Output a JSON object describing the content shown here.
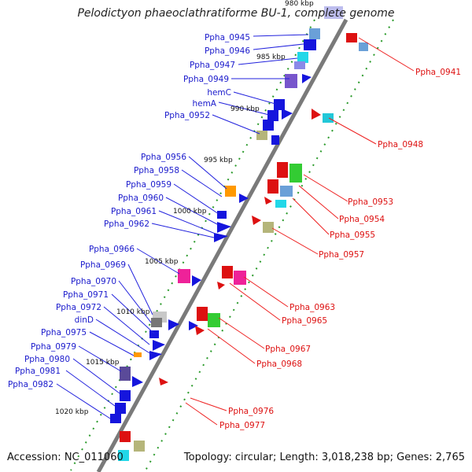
{
  "title": "Pelodictyon phaeoclathratiforme BU-1, complete genome",
  "accession": "Accession: NC_011060",
  "topology": "Topology: circular; Length: 3,018,238 bp; Genes: 2,765",
  "colors": {
    "backbone": "#8a8a8a",
    "left_label": "#1a1acc",
    "right_label": "#dd1111",
    "tick": "#228822",
    "forward_gene": "#1515dd",
    "reverse_gene": "#ee1111"
  },
  "scale_labels": [
    "980 kbp",
    "985 kbp",
    "990 kbp",
    "995 kbp",
    "1000 kbp",
    "1005 kbp",
    "1010 kbp",
    "1015 kbp",
    "1020 kbp"
  ],
  "left_genes": [
    "Ppha_0945",
    "Ppha_0946",
    "Ppha_0947",
    "Ppha_0949",
    "hemC",
    "hemA",
    "Ppha_0952",
    "Ppha_0956",
    "Ppha_0958",
    "Ppha_0959",
    "Ppha_0960",
    "Ppha_0961",
    "Ppha_0962",
    "Ppha_0966",
    "Ppha_0969",
    "Ppha_0970",
    "Ppha_0971",
    "Ppha_0972",
    "dinD",
    "Ppha_0975",
    "Ppha_0979",
    "Ppha_0980",
    "Ppha_0981",
    "Ppha_0982"
  ],
  "right_genes": [
    "Ppha_0941",
    "Ppha_0948",
    "Ppha_0953",
    "Ppha_0954",
    "Ppha_0955",
    "Ppha_0957",
    "Ppha_0963",
    "Ppha_0965",
    "Ppha_0967",
    "Ppha_0968",
    "Ppha_0976",
    "Ppha_0977"
  ]
}
